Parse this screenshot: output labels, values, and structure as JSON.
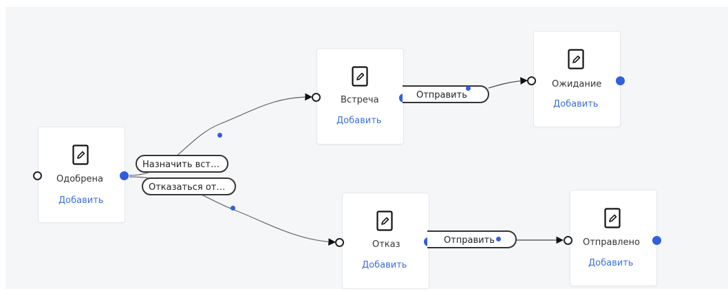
{
  "nodes": {
    "approved": {
      "title": "Одобрена",
      "add": "Добавить"
    },
    "meeting": {
      "title": "Встреча",
      "add": "Добавить"
    },
    "waiting": {
      "title": "Ожидание",
      "add": "Добавить"
    },
    "refusal": {
      "title": "Отказ",
      "add": "Добавить"
    },
    "sent": {
      "title": "Отправлено",
      "add": "Добавить"
    }
  },
  "transitions": {
    "assign_meeting": "Назначить вст…",
    "refuse": "Отказаться от…",
    "send_meeting": "Отправить",
    "send_refusal": "Отправить"
  },
  "colors": {
    "accent": "#2f5fdc",
    "link": "#3b6fd9",
    "edge": "#555555"
  }
}
